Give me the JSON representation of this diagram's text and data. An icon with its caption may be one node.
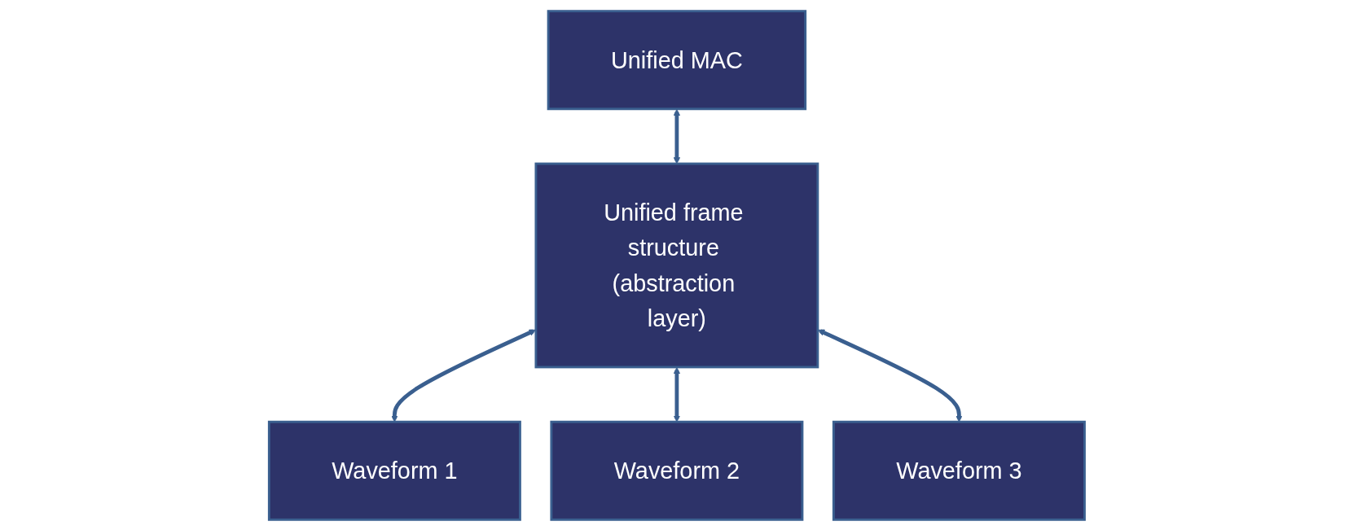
{
  "diagram": {
    "nodes": [
      {
        "text": [
          "Unified MAC"
        ]
      },
      {
        "text": [
          "Unified frame structure (abstraction layer)"
        ]
      },
      {
        "text": [
          "Waveform 1"
        ]
      },
      {
        "text": [
          "Waveform 2"
        ]
      },
      {
        "text": [
          "Waveform 3"
        ]
      }
    ],
    "edges": [
      {
        "from": 0,
        "to": 1,
        "arrow": "both"
      },
      {
        "from": 1,
        "to": 2,
        "arrow": "both"
      },
      {
        "from": 1,
        "to": 3,
        "arrow": "both"
      },
      {
        "from": 1,
        "to": 4,
        "arrow": "both"
      }
    ]
  }
}
